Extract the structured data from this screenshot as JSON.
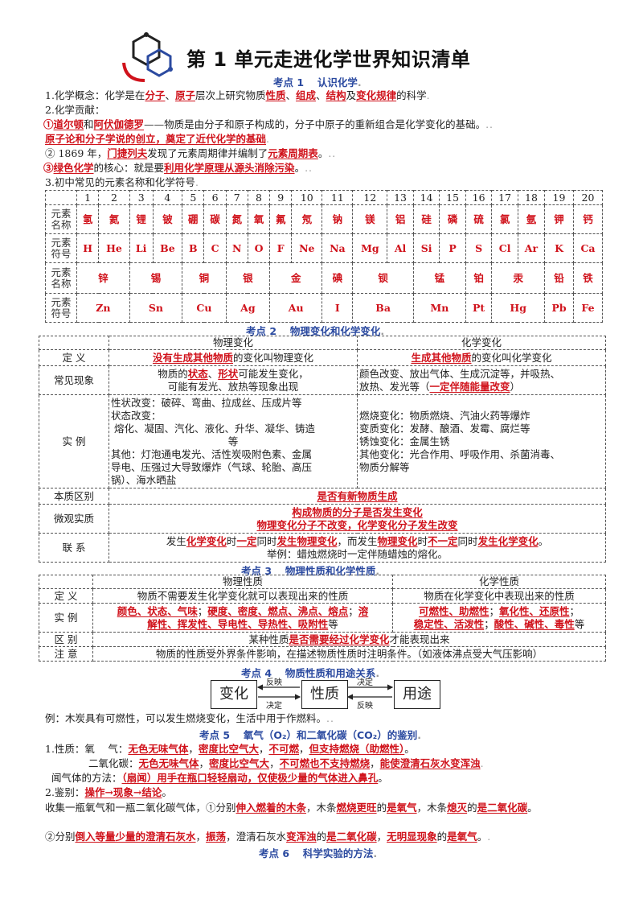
{
  "title": "第 1 单元走进化学世界知识清单",
  "kp1": {
    "heading": "考点 1　 认识化学",
    "l1": {
      "a": "1.化学概念：化学是在",
      "b": "分子",
      "c": "、",
      "d": "原子",
      "e": "层次上研究物质",
      "f": "性质",
      "g": "、",
      "h": "组成",
      "i": "、",
      "j": "结构",
      "k": "及",
      "l": "变化规律",
      "m": "的科学"
    },
    "l2": "2.化学贡献：",
    "l3": {
      "a": "①",
      "b": "道尔顿",
      "c": "和",
      "d": "阿伏伽德罗",
      "e": "——物质是由分子和原子构成的，分子中原子的重新组合是化学变化的基础。"
    },
    "l4": "原子论和分子学说的创立，奠定了近代化学的基础",
    "l5": {
      "a": "② 1869 年，",
      "b": "门捷列夫",
      "c": "发现了元素周期律并编制了",
      "d": "元素周期表",
      "e": "。"
    },
    "l6": {
      "a": "③",
      "b": "绿色化学",
      "c": "的核心：就是要",
      "d": "利用化学原理从源头消除污染",
      "e": "。"
    },
    "l7": "3.初中常见的元素名称和化学符号"
  },
  "elements": {
    "numbers": [
      "1",
      "2",
      "3",
      "4",
      "5",
      "6",
      "7",
      "8",
      "9",
      "10",
      "11",
      "12",
      "13",
      "14",
      "15",
      "16",
      "17",
      "18",
      "19",
      "20"
    ],
    "label_name": [
      "元素",
      "名称"
    ],
    "label_symbol": [
      "元素",
      "符号"
    ],
    "names1": [
      "氢",
      "氦",
      "锂",
      "铍",
      "硼",
      "碳",
      "氮",
      "氧",
      "氟",
      "氖",
      "钠",
      "镁",
      "铝",
      "硅",
      "磷",
      "硫",
      "氯",
      "氩",
      "钾",
      "钙"
    ],
    "symbols1": [
      "H",
      "He",
      "Li",
      "Be",
      "B",
      "C",
      "N",
      "O",
      "F",
      "Ne",
      "Na",
      "Mg",
      "Al",
      "Si",
      "P",
      "S",
      "Cl",
      "Ar",
      "K",
      "Ca"
    ],
    "names2": [
      "锌",
      "锡",
      "铜",
      "银",
      "金",
      "碘",
      "钡",
      "锰",
      "铂",
      "汞",
      "铅",
      "铁"
    ],
    "symbols2": [
      "Zn",
      "Sn",
      "Cu",
      "Ag",
      "Au",
      "I",
      "Ba",
      "Mn",
      "Pt",
      "Hg",
      "Pb",
      "Fe"
    ]
  },
  "kp2": {
    "heading": "考点 2　 物理变化和化学变化",
    "head_phys": "物理变化",
    "head_chem": "化学变化",
    "r_def": "定 义",
    "def_phys": {
      "a": "没有生成其他物质",
      "b": "的变化叫物理变化"
    },
    "def_chem": {
      "a": "生成其他物质",
      "b": "的变化叫化学变化"
    },
    "r_phen": "常见现象",
    "phen_phys1": {
      "a": "物质的",
      "b": "状态",
      "c": "、",
      "d": "形状",
      "e": "可能发生变化，"
    },
    "phen_phys2": "可能有发光、放热等现象出现",
    "phen_chem1": "颜色改变、放出气体、生成沉淀等，并吸热、",
    "phen_chem2": {
      "a": "放热、发光等（",
      "b": "一定伴随能量改变",
      "c": "）"
    },
    "r_ex": "实 例",
    "ex_phys": [
      "性状改变：破碎、弯曲、拉成丝、压成片等",
      "状态改变：",
      "熔化、凝固、汽化、液化、升华、凝华、铸造",
      "等",
      "其他：灯泡通电发光、活性炭吸附色素、金属",
      "导电、压强过大导致爆炸（气球、轮胎、高压",
      "锅）、海水晒盐"
    ],
    "ex_chem": [
      "燃烧变化：物质燃烧、汽油火药等爆炸",
      "变质变化：发酵、酿酒、发霉、腐烂等",
      "锈蚀变化：金属生锈",
      "其他变化：光合作用、呼吸作用、杀菌消毒、",
      "物质分解等"
    ],
    "r_ess": "本质区别",
    "ess": "是否有新物质生成",
    "r_micro": "微观实质",
    "micro1": "构成物质的分子是否发生变化",
    "micro2": "物理变化分子不改变，化学变化分子发生改变",
    "r_link": "联 系",
    "link1": {
      "a": "发生",
      "b": "化学变化",
      "c": "时",
      "d": "一定",
      "e": "同时",
      "f": "发生物理变化",
      "g": "，而发生",
      "h": "物理变化",
      "i": "时",
      "j": "不一定",
      "k": "同时",
      "l": "发生化学变化",
      "m": "。"
    },
    "link2": "举例：蜡烛燃烧时一定伴随蜡烛的熔化。"
  },
  "kp3": {
    "heading": "考点 3　 物理性质和化学性质",
    "head_phys": "物理性质",
    "head_chem": "化学性质",
    "r_def": "定 义",
    "def_phys": "物质不需要发生化学变化就可以表现出来的性质",
    "def_chem": "物质在化学变化中表现出来的性质",
    "r_ex": "实 例",
    "ex_phys1": {
      "a": "颜色、状态、气味",
      "b": "；",
      "c": "硬度、密度、燃点、沸点、熔点",
      "d": "；",
      "e": "溶"
    },
    "ex_phys2": {
      "a": "解性、挥发性、导电性、导热性、吸附性",
      "b": "等"
    },
    "ex_chem1": {
      "a": "可燃性、助燃性",
      "b": "；",
      "c": "氧化性、还原性",
      "d": "；"
    },
    "ex_chem2": {
      "a": "稳定性、活泼性",
      "b": "；",
      "c": "酸性、碱性、毒性",
      "d": "等"
    },
    "r_diff": "区 别",
    "diff": {
      "a": "某种性质",
      "b": "是否需要经过化学变化",
      "c": "才能表现出来"
    },
    "r_note": "注 意",
    "note": "物质的性质受外界条件影响，在描述物质性质时注明条件。（如液体沸点受大气压影响）"
  },
  "kp4": {
    "heading": "考点 4　 物质性质和用途关系",
    "box1": "变化",
    "box2": "性质",
    "box3": "用途",
    "reflect": "反映",
    "decide": "决定",
    "example": "例：木炭具有可燃性，可以发生燃烧变化，生活中用于作燃料。"
  },
  "kp5": {
    "heading": "考点 5　 氧气（O₂）和二氧化碳（CO₂）的鉴别",
    "o2": {
      "a": "1.性质：氧　 气：",
      "b": "无色无味气体",
      "c": "，",
      "d": "密度比空气大",
      "e": "，",
      "f": "不可燃",
      "g": "，",
      "h": "但支持燃烧（助燃性）",
      "i": "。"
    },
    "co2": {
      "a": "二氧化碳：",
      "b": "无色无味气体",
      "c": "，",
      "d": "密度比空气大",
      "e": "，",
      "f": "不可燃也不支持燃烧",
      "g": "，",
      "h": "能使澄清石灰水变浑浊"
    },
    "smell": {
      "a": "闻气体的方法：",
      "b": "（扇闻）用手在瓶口轻轻扇动，仅使极少量的气体进入鼻孔",
      "c": "。"
    },
    "ident": {
      "a": "2.鉴别：",
      "b": "操作→现象→结论",
      "c": "。"
    },
    "m1": {
      "a": "收集一瓶氧气和一瓶二氧化碳气体，①分别",
      "b": "伸入燃着的木条",
      "c": "，木条",
      "d": "燃烧更旺",
      "e": "的",
      "f": "是氧气",
      "g": "，木条",
      "h": "熄灭",
      "i": "的",
      "j": "是二氧化碳",
      "k": "。"
    },
    "m2": {
      "a": "②分别",
      "b": "倒入等量少量的澄清石灰水",
      "c": "，",
      "d": "振荡",
      "e": "，澄清石灰水",
      "f": "变浑浊",
      "g": "的",
      "h": "是二氧化碳",
      "i": "，",
      "j": "无明显现象",
      "k": "的",
      "l": "是氧气",
      "m": "。"
    }
  },
  "kp6": {
    "heading": "考点 6　 科学实验的方法"
  }
}
